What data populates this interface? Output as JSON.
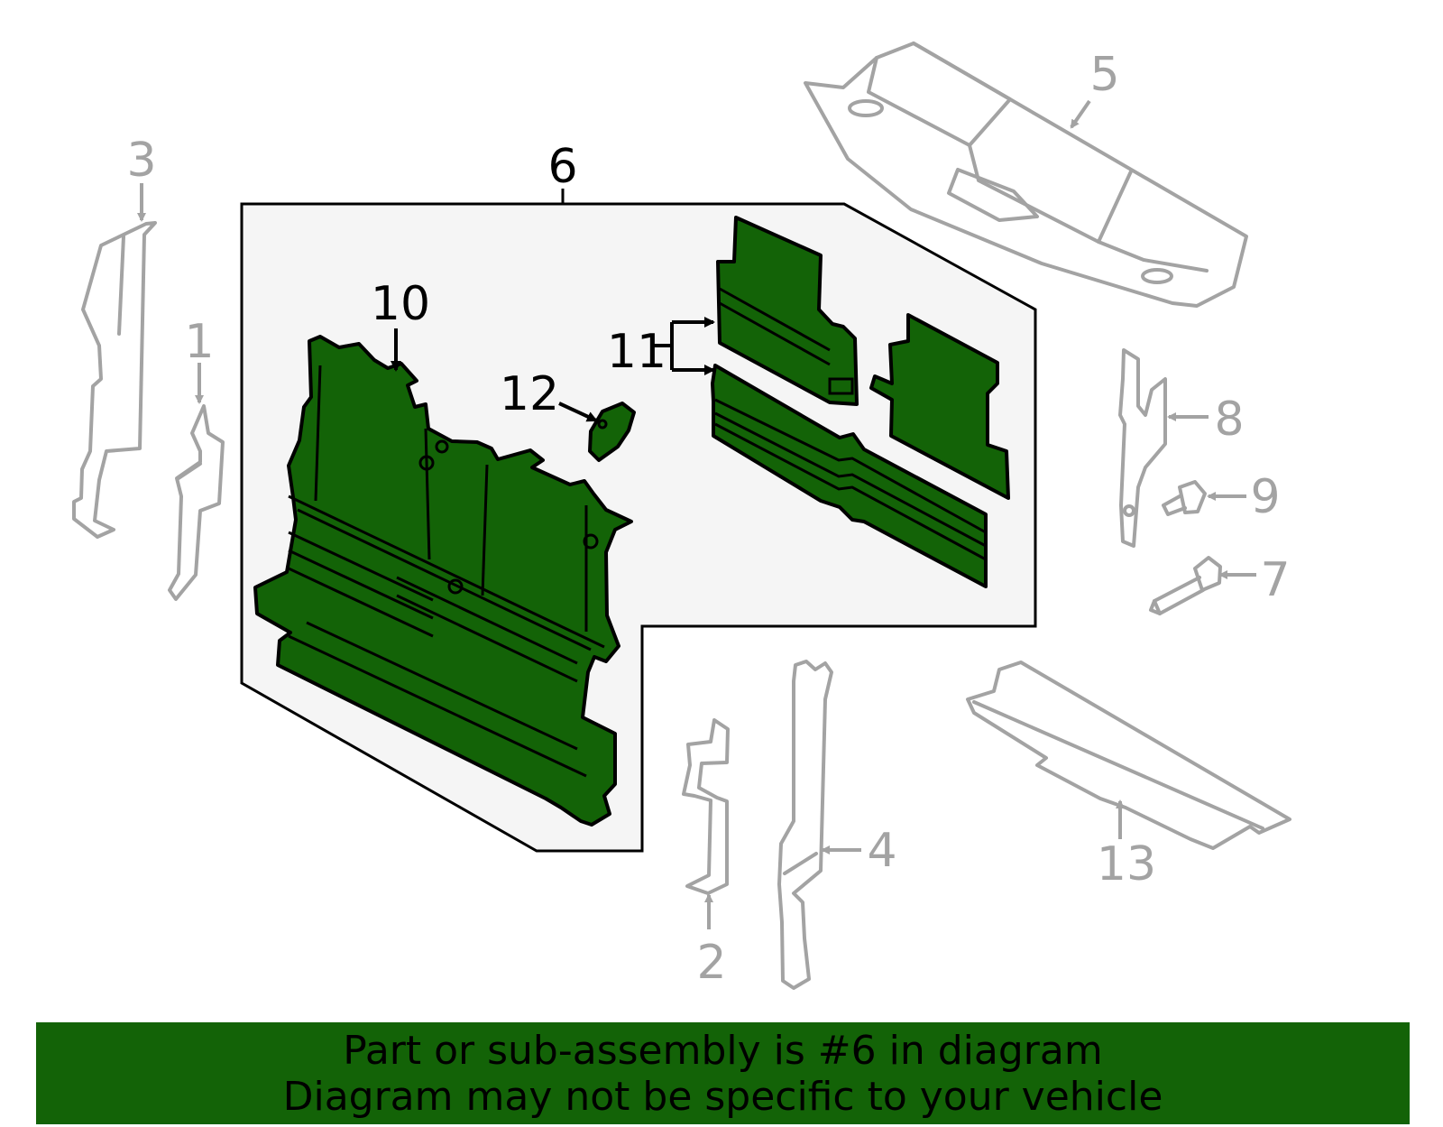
{
  "diagram": {
    "highlighted_part": "6",
    "colors": {
      "highlight_fill": "#136307",
      "inactive_gray": "#a3a3a3",
      "group_background": "#f5f5f5",
      "outline": "#000000"
    },
    "callouts": {
      "c1": "1",
      "c2": "2",
      "c3": "3",
      "c4": "4",
      "c5": "5",
      "c6": "6",
      "c7": "7",
      "c8": "8",
      "c9": "9",
      "c10": "10",
      "c11": "11",
      "c12": "12",
      "c13": "13"
    }
  },
  "banner": {
    "line1": "Part or sub-assembly is #6 in diagram",
    "line2": "Diagram may not be specific to your vehicle"
  }
}
